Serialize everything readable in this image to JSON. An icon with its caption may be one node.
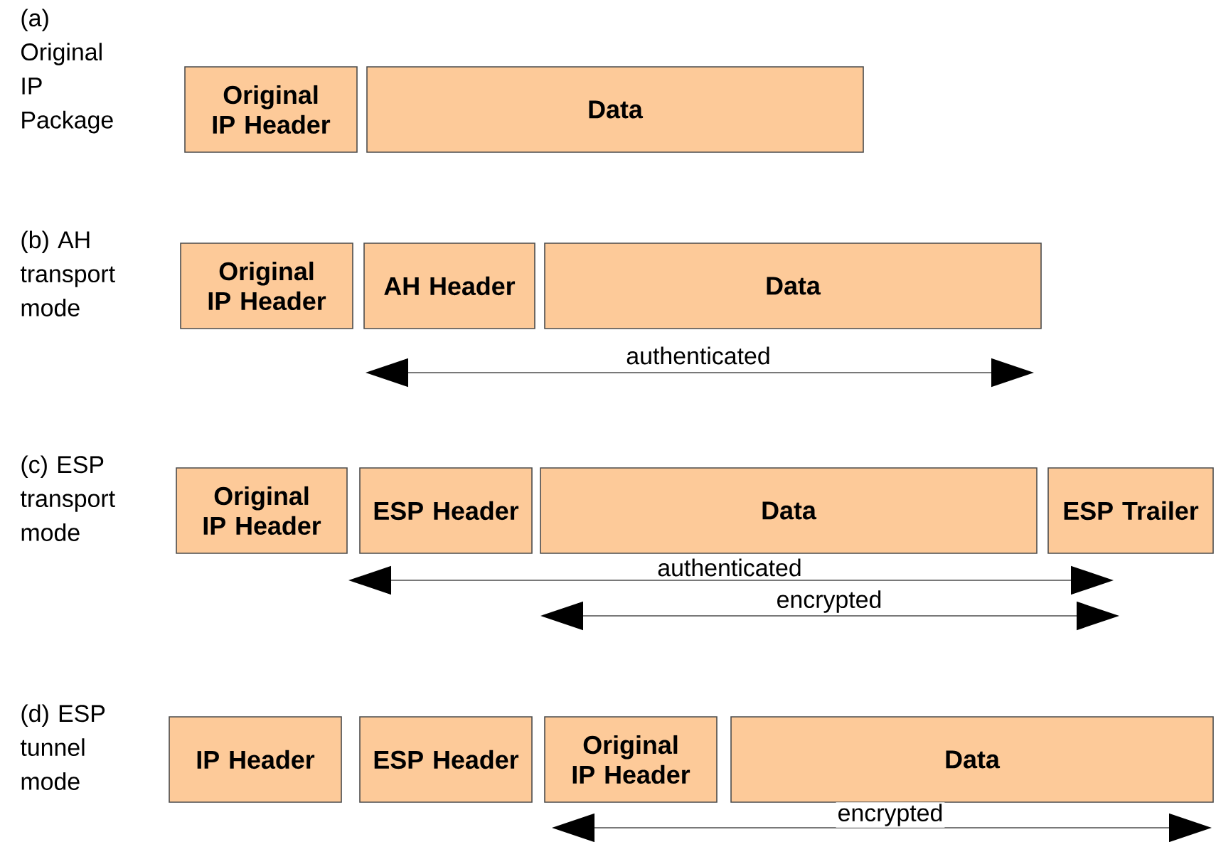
{
  "diagram": {
    "nodes": [
      {
        "text": [
          "Original IP Header"
        ]
      },
      {
        "text": [
          "Data"
        ]
      },
      {
        "text": [
          "Original IP Header"
        ]
      },
      {
        "text": [
          "AH Header"
        ]
      },
      {
        "text": [
          "Data"
        ]
      },
      {
        "text": [
          "Original IP Header"
        ]
      },
      {
        "text": [
          "ESP Header"
        ]
      },
      {
        "text": [
          "Data"
        ]
      },
      {
        "text": [
          "ESP Trailer"
        ]
      },
      {
        "text": [
          "IP Header"
        ]
      },
      {
        "text": [
          "ESP Header"
        ]
      },
      {
        "text": [
          "Original IP Header"
        ]
      },
      {
        "text": [
          "Data"
        ]
      }
    ],
    "labels": [
      "(a) Original IP Package",
      "(b) AH transport mode",
      "authenticated",
      "(c) ESP transport mode",
      "authenticated",
      "encrypted",
      "(d) ESP tunnel mode",
      "encrypted"
    ]
  }
}
